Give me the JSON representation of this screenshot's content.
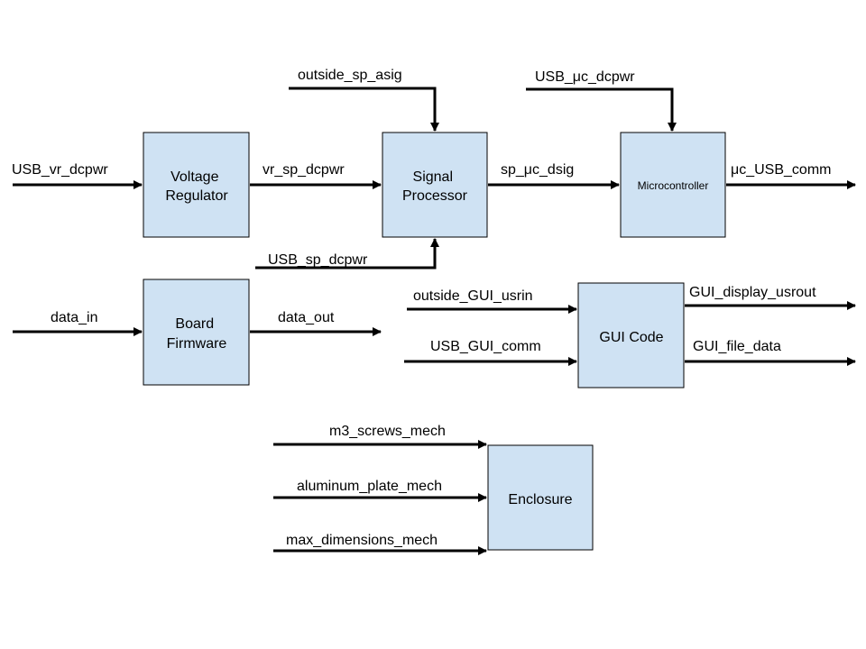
{
  "colors": {
    "box_fill": "#cfe2f3",
    "box_stroke": "#000000",
    "line": "#000000"
  },
  "blocks": {
    "voltage_regulator": [
      "Voltage",
      "Regulator"
    ],
    "signal_processor": [
      "Signal",
      "Processor"
    ],
    "microcontroller": [
      "Microcontroller"
    ],
    "board_firmware": [
      "Board",
      "Firmware"
    ],
    "gui_code": [
      "GUI Code"
    ],
    "enclosure": [
      "Enclosure"
    ]
  },
  "signals": {
    "usb_vr_dcpwr": "USB_vr_dcpwr",
    "vr_sp_dcpwr": "vr_sp_dcpwr",
    "outside_sp_asig": "outside_sp_asig",
    "usb_sp_dcpwr": "USB_sp_dcpwr",
    "sp_uc_dsig": "sp_μc_dsig",
    "usb_uc_dcpwr": "USB_μc_dcpwr",
    "uc_usb_comm": "μc_USB_comm",
    "data_in": "data_in",
    "data_out": "data_out",
    "outside_gui_usrin": "outside_GUI_usrin",
    "usb_gui_comm": "USB_GUI_comm",
    "gui_display_usrout": "GUI_display_usrout",
    "gui_file_data": "GUI_file_data",
    "m3_screws_mech": "m3_screws_mech",
    "aluminum_plate_mech": "aluminum_plate_mech",
    "max_dimensions_mech": "max_dimensions_mech"
  }
}
